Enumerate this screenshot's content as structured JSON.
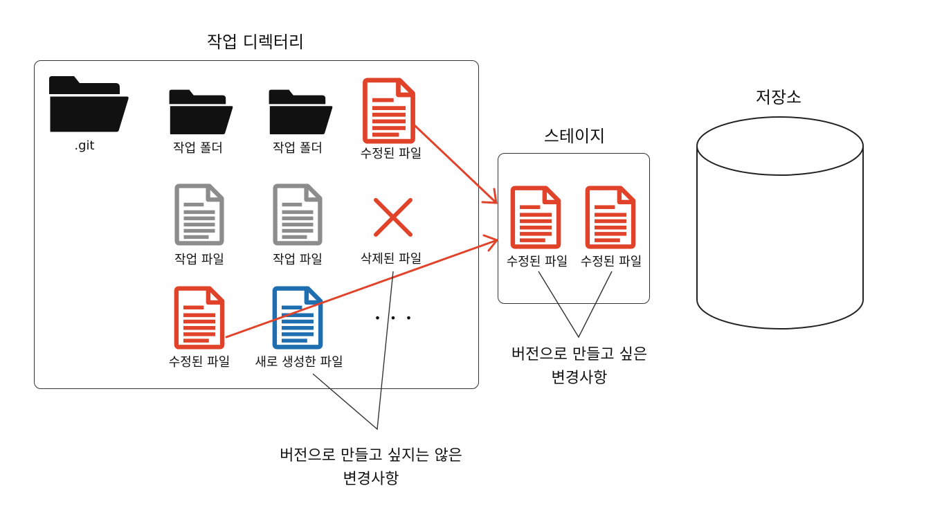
{
  "working_directory": {
    "title": "작업 디렉터리",
    "items": [
      {
        "kind": "folder",
        "label": ".git",
        "icon": "folder-icon",
        "color": "#111111"
      },
      {
        "kind": "folder",
        "label": "작업 폴더",
        "icon": "folder-icon",
        "color": "#111111"
      },
      {
        "kind": "folder",
        "label": "작업 폴더",
        "icon": "folder-icon",
        "color": "#111111"
      },
      {
        "kind": "file",
        "label": "수정된 파일",
        "icon": "file-icon",
        "color": "#e0432a"
      },
      {
        "kind": "file",
        "label": "작업 파일",
        "icon": "file-icon",
        "color": "#8c8c8c"
      },
      {
        "kind": "file",
        "label": "작업 파일",
        "icon": "file-icon",
        "color": "#8c8c8c"
      },
      {
        "kind": "deleted",
        "label": "삭제된 파일",
        "icon": "x-mark-icon",
        "color": "#e0432a"
      },
      {
        "kind": "file",
        "label": "수정된 파일",
        "icon": "file-icon",
        "color": "#e0432a"
      },
      {
        "kind": "file",
        "label": "새로 생성한 파일",
        "icon": "file-icon",
        "color": "#1f6fb0"
      },
      {
        "kind": "more",
        "label": "• • •",
        "icon": "ellipsis-icon",
        "color": "#111111"
      }
    ]
  },
  "stage": {
    "title": "스테이지",
    "files": [
      {
        "label": "수정된 파일",
        "icon": "file-icon",
        "color": "#e0432a"
      },
      {
        "label": "수정된 파일",
        "icon": "file-icon",
        "color": "#e0432a"
      }
    ]
  },
  "repository": {
    "title": "저장소",
    "icon": "cylinder-icon"
  },
  "notes": {
    "staged_lines": [
      "버전으로 만들고 싶은",
      "변경사항"
    ],
    "unstaged_lines": [
      "버전으로 만들고 싶지는 않은",
      "변경사항"
    ]
  },
  "colors": {
    "accent_red": "#e0432a",
    "gray_file": "#8c8c8c",
    "blue_file": "#1f6fb0",
    "outline": "#333333"
  }
}
